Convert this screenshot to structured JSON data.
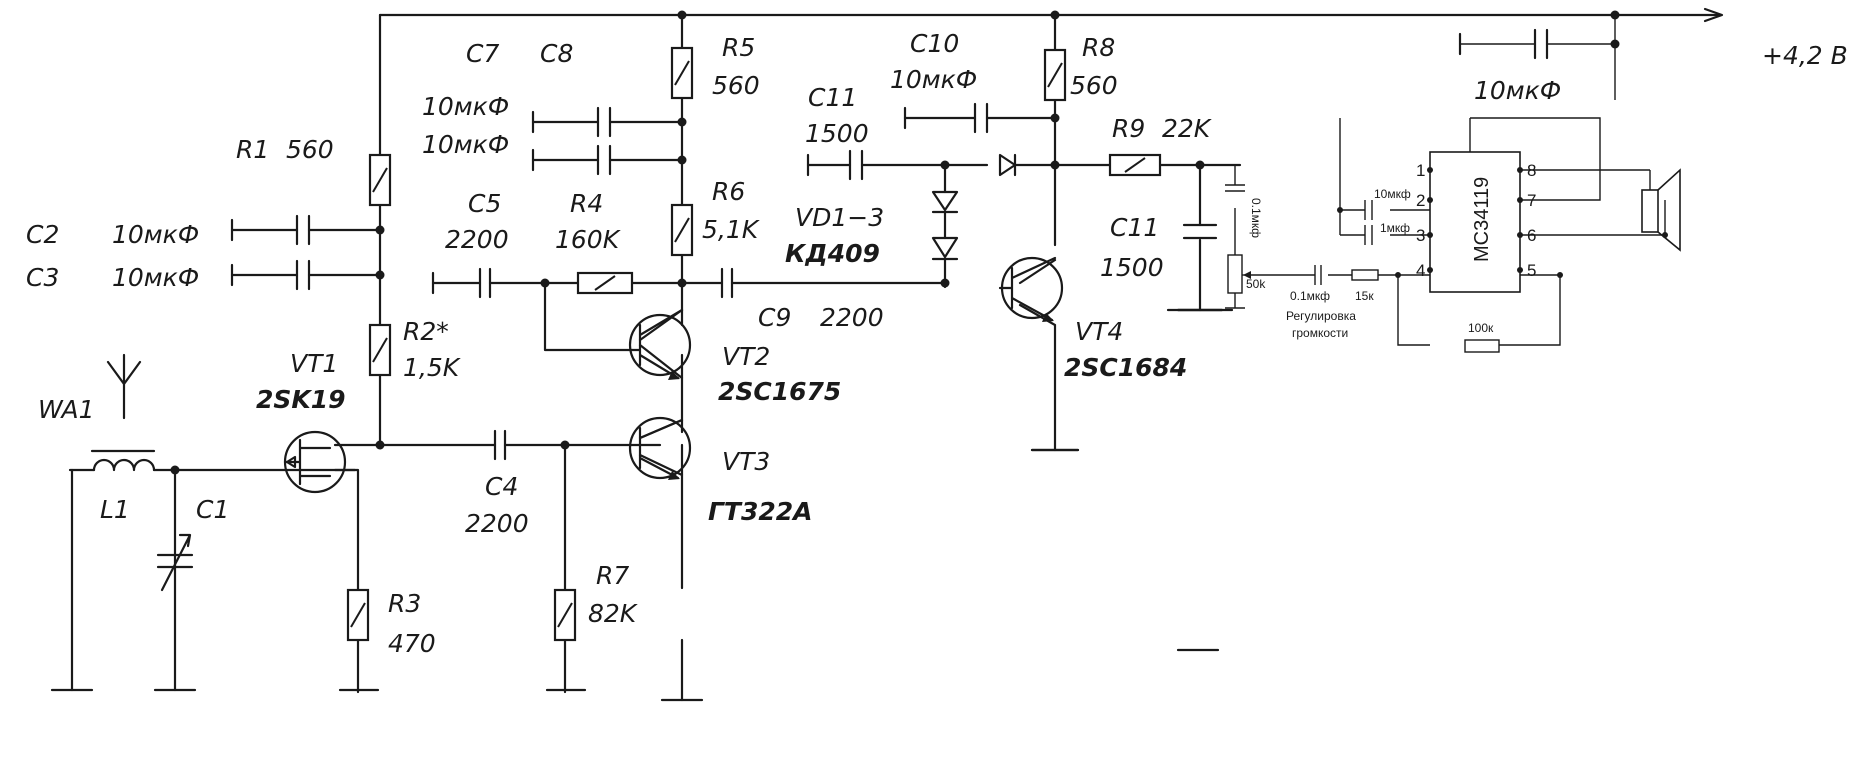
{
  "supply": {
    "voltage": "+4,2 В",
    "cap_value": "10мкФ"
  },
  "antenna": {
    "ref": "WA1"
  },
  "inductors": [
    {
      "ref": "L1"
    }
  ],
  "caps": {
    "c1": "C1",
    "c2": {
      "ref": "C2",
      "value": "10мкФ"
    },
    "c3": {
      "ref": "C3",
      "value": "10мкФ"
    },
    "c4": {
      "ref": "C4",
      "value": "2200"
    },
    "c5": {
      "ref": "C5",
      "value": "2200"
    },
    "c7": {
      "ref": "C7"
    },
    "c8": {
      "ref": "C8"
    },
    "c7_value": "10мкФ",
    "c8_value": "10мкФ",
    "c9": {
      "ref": "C9",
      "value": "2200"
    },
    "c10": {
      "ref": "C10",
      "value": "10мкФ"
    },
    "c11a": {
      "ref": "C11",
      "value": "1500"
    },
    "c11b": {
      "ref": "C11",
      "value": "1500"
    }
  },
  "resistors": {
    "r1": {
      "ref": "R1",
      "value": "560"
    },
    "r2": {
      "ref": "R2*",
      "value": "1,5K"
    },
    "r3": {
      "ref": "R3",
      "value": "470"
    },
    "r4": {
      "ref": "R4",
      "value": "160K"
    },
    "r5": {
      "ref": "R5",
      "value": "560"
    },
    "r6": {
      "ref": "R6",
      "value": "5,1K"
    },
    "r7": {
      "ref": "R7",
      "value": "82K"
    },
    "r8": {
      "ref": "R8",
      "value": "560"
    },
    "r9": {
      "ref": "R9",
      "value": "22K"
    }
  },
  "transistors": {
    "vt1": {
      "ref": "VT1",
      "part": "2SK19"
    },
    "vt2": {
      "ref": "VT2",
      "part": "2SC1675"
    },
    "vt3": {
      "ref": "VT3",
      "part": "ГТ322А"
    },
    "vt4": {
      "ref": "VT4",
      "part": "2SC1684"
    }
  },
  "diodes": {
    "ref": "VD1−3",
    "part": "КД409"
  },
  "amplifier": {
    "ic_name": "MC34119",
    "pins_left": [
      "1",
      "2",
      "3",
      "4"
    ],
    "pins_right": [
      "8",
      "7",
      "6",
      "5"
    ],
    "cap_pin2": "10мкф",
    "cap_pin3": "1мкф",
    "input_cap": "0.1мкф",
    "input_res": "15к",
    "feedback_res": "100к",
    "pot_value": "50k",
    "coupling_cap": "0.1мкф",
    "volume_label_1": "Регулировка",
    "volume_label_2": "громкости"
  }
}
